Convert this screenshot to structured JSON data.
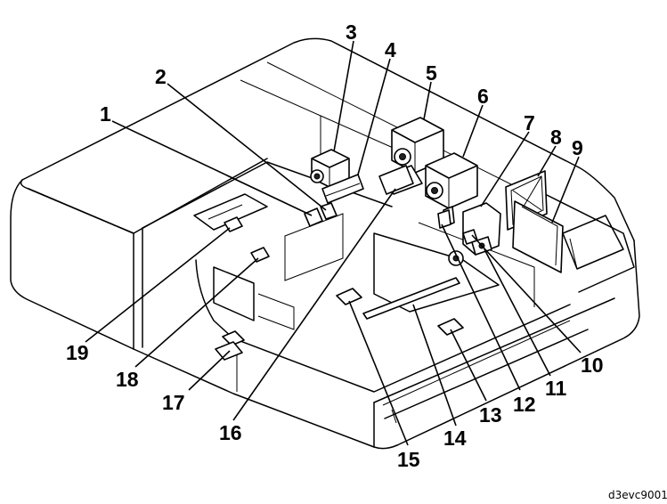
{
  "callouts": [
    "1",
    "2",
    "3",
    "4",
    "5",
    "6",
    "7",
    "8",
    "9",
    "10",
    "11",
    "12",
    "13",
    "14",
    "15",
    "16",
    "17",
    "18",
    "19"
  ],
  "figure_code": "d3evc9001"
}
